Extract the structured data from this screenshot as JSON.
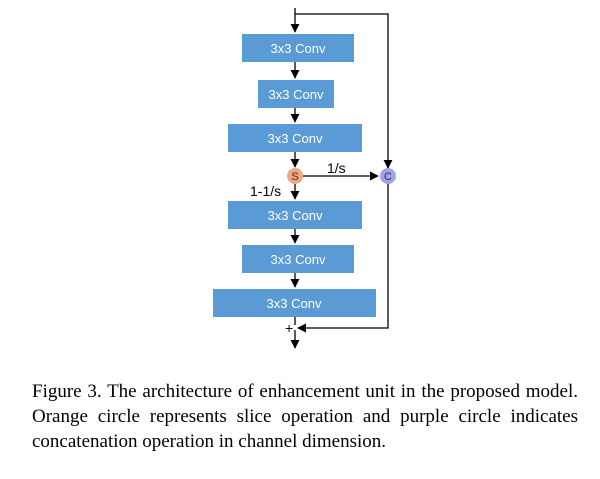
{
  "diagram": {
    "conv_blocks": [
      "3x3 Conv",
      "3x3 Conv",
      "3x3 Conv",
      "3x3 Conv",
      "3x3 Conv",
      "3x3 Conv"
    ],
    "slice_node": {
      "letter": "S",
      "color": "#f4a582"
    },
    "concat_node": {
      "letter": "C",
      "color": "#a2a2f0"
    },
    "split_label": "1-1/s",
    "skip_label": "1/s",
    "add_symbol": "+",
    "block_color": "#5b9bd5"
  },
  "caption": "Figure 3. The architecture of enhancement unit in the proposed model. Orange circle represents slice operation and purple circle indicates concatenation operation in channel dimension."
}
